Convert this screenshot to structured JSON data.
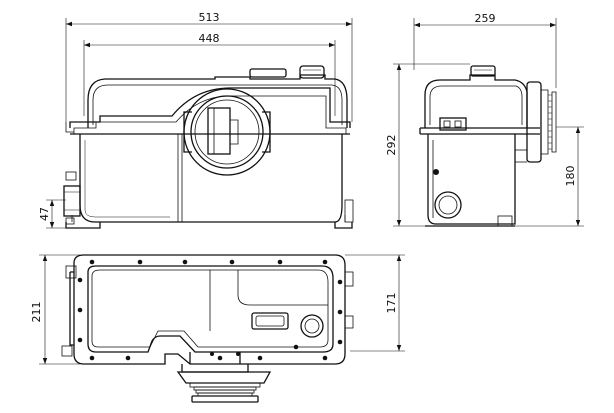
{
  "drawing": {
    "views": [
      "front-view",
      "side-view",
      "top-view"
    ],
    "dimensions": {
      "total_width": "513",
      "body_width": "448",
      "side_depth": "259",
      "total_height": "292",
      "outlet_height": "180",
      "inlet_height": "47",
      "top_view_depth_outer": "211",
      "top_view_depth_inner": "171"
    },
    "colors": {
      "line": "#111111",
      "background": "#ffffff"
    }
  }
}
